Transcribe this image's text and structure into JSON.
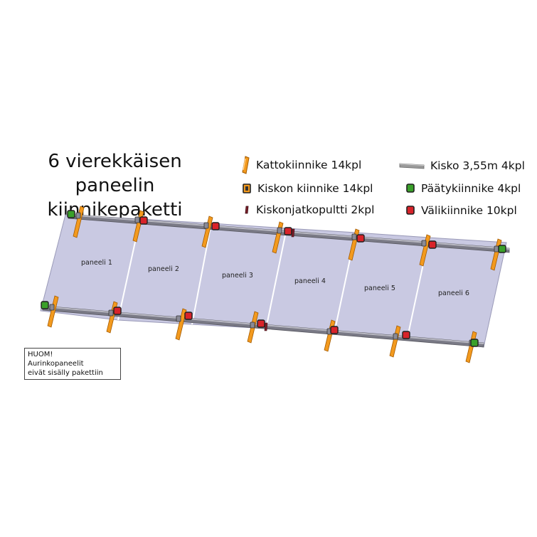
{
  "title": {
    "line1": "6 vierekkäisen paneelin",
    "line2": "kiinnikepaketti"
  },
  "legend": [
    {
      "icon": "roof-hook-icon",
      "label": "Kattokiinnike 14kpl",
      "color": "#f39a1e"
    },
    {
      "icon": "rail-connector-icon",
      "label": "Kiskon kiinnike 14kpl",
      "color": "#f39a1e"
    },
    {
      "icon": "rail-joint-bolt-icon",
      "label": "Kiskonjatkopultti 2kpl",
      "color": "#7a1f2a"
    },
    {
      "icon": "rail-icon",
      "label": "Kisko 3,55m 4kpl",
      "color": "#9a9a9a"
    },
    {
      "icon": "end-clamp-icon",
      "label": "Päätykiinnike 4kpl",
      "color": "#3aa02a"
    },
    {
      "icon": "mid-clamp-icon",
      "label": "Välikiinnike 10kpl",
      "color": "#d8232a"
    }
  ],
  "panels": [
    "paneeli 1",
    "paneeli 2",
    "paneeli 3",
    "paneeli 4",
    "paneeli 5",
    "paneeli 6"
  ],
  "note": {
    "line1": "HUOM!",
    "line2": "Aurinkopaneelit",
    "line3": "eivät sisälly pakettiin"
  },
  "colors": {
    "panel": "#c9c9e2",
    "panel_edge": "#a9a9c9",
    "rail": "#6d6d78",
    "roof_hook": "#f39a1e",
    "end_clamp": "#3aa02a",
    "mid_clamp": "#d8232a"
  }
}
